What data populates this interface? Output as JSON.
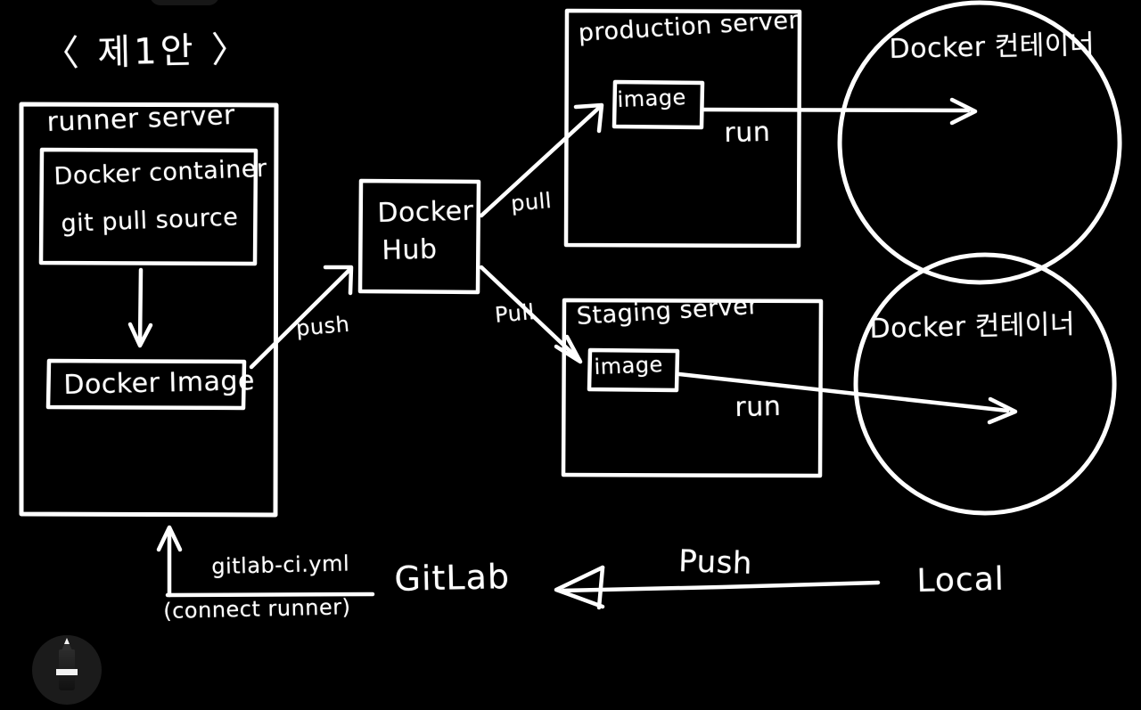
{
  "board": {
    "background_color": "#000000",
    "ink_color": "#ffffff",
    "title": "〈 제1안 〉"
  },
  "nodes": {
    "runner_server": {
      "label": "runner server",
      "inner_box_lines": [
        "Docker container",
        "git pull source"
      ],
      "image_box_label": "Docker Image"
    },
    "docker_hub": {
      "line1": "Docker",
      "line2": "Hub"
    },
    "production_server": {
      "label": "production server",
      "image_label": "image",
      "run_label": "run",
      "container_circle_label": "Docker 컨테이너"
    },
    "staging_server": {
      "label": "Staging server",
      "image_label": "image",
      "run_label": "run",
      "container_circle_label": "Docker 컨테이너"
    }
  },
  "edges": {
    "image_to_hub": "push",
    "hub_to_production": "pull",
    "hub_to_staging": "Pull",
    "local_to_gitlab": "Push"
  },
  "footer": {
    "config_file": "gitlab-ci.yml",
    "config_note": "(connect runner)",
    "gitlab": "GitLab",
    "local": "Local"
  },
  "toolbar": {
    "pen_tool_name": "pen-tool"
  }
}
